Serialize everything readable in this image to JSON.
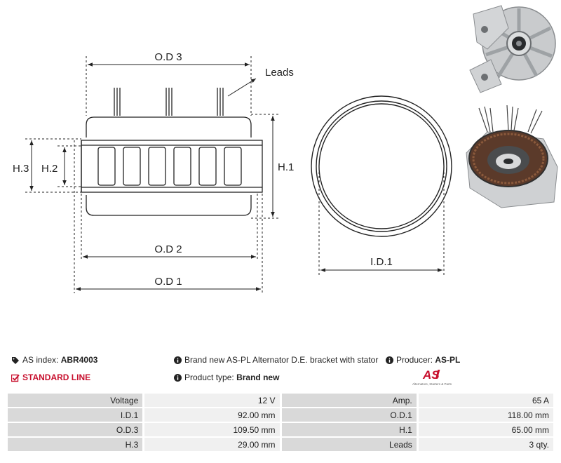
{
  "drawing": {
    "od3": "O.D 3",
    "leads": "Leads",
    "h1": "H.1",
    "h2": "H.2",
    "h3": "H.3",
    "od2": "O.D 2",
    "od1": "O.D 1",
    "id1": "I.D.1"
  },
  "info": {
    "as_index_label": "AS index:",
    "as_index_value": "ABR4003",
    "line": "STANDARD LINE",
    "description": "Brand new AS-PL Alternator D.E. bracket with stator",
    "product_type_label": "Product type:",
    "product_type_value": "Brand new",
    "producer_label": "Producer:",
    "producer_value": "AS-PL"
  },
  "logo": {
    "mark": "AS",
    "tagline": "Alternators, Starters & Parts"
  },
  "specs": [
    {
      "l1": "Voltage",
      "v1": "12 V",
      "l2": "Amp.",
      "v2": "65 A"
    },
    {
      "l1": "I.D.1",
      "v1": "92.00 mm",
      "l2": "O.D.1",
      "v2": "118.00 mm"
    },
    {
      "l1": "O.D.3",
      "v1": "109.50 mm",
      "l2": "H.1",
      "v2": "65.00 mm"
    },
    {
      "l1": "H.3",
      "v1": "29.00 mm",
      "l2": "Leads",
      "v2": "3 qty."
    }
  ],
  "colors": {
    "accent_red": "#c8102e",
    "label_cell": "#d9d9d9",
    "value_cell": "#f0f0f0"
  }
}
